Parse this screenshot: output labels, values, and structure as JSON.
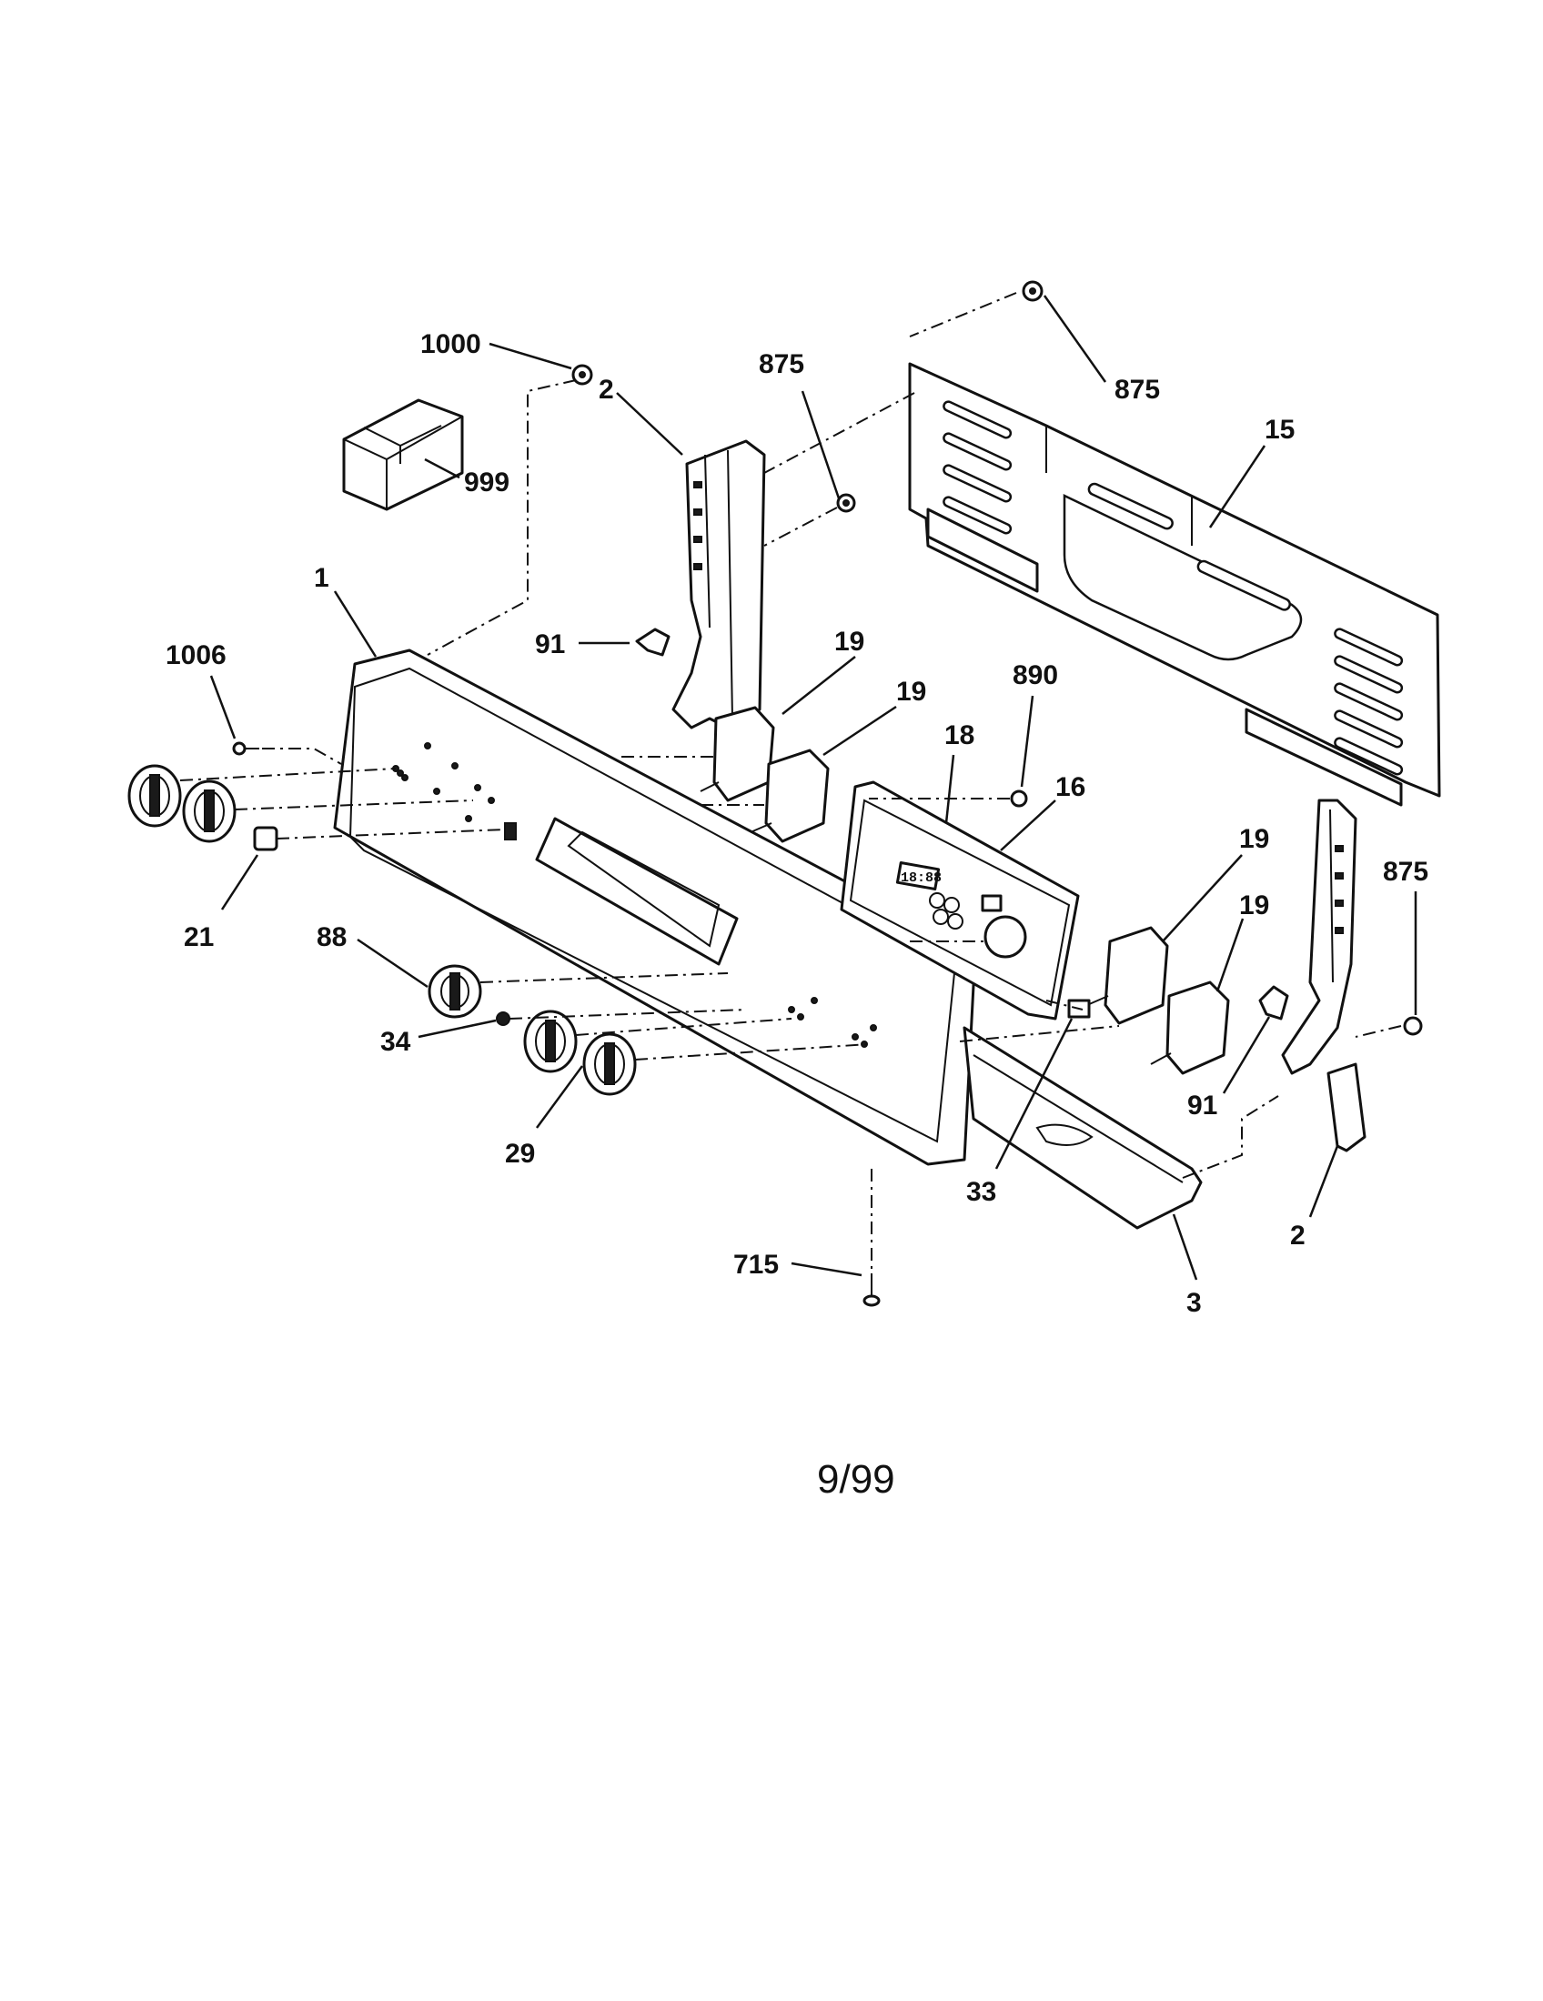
{
  "callouts": {
    "c1000": "1000",
    "c999": "999",
    "c2_left": "2",
    "c875_a": "875",
    "c875_b": "875",
    "c15": "15",
    "c1": "1",
    "c91_left": "91",
    "c19_a": "19",
    "c19_b": "19",
    "c890": "890",
    "c1006": "1006",
    "c18": "18",
    "c16": "16",
    "c19_c": "19",
    "c875_c": "875",
    "c19_d": "19",
    "c21": "21",
    "c88": "88",
    "c34": "34",
    "c91_right": "91",
    "c29": "29",
    "c33": "33",
    "c2_right": "2",
    "c715": "715",
    "c3": "3"
  },
  "date_code": "9/99",
  "display_readout": "18:88"
}
